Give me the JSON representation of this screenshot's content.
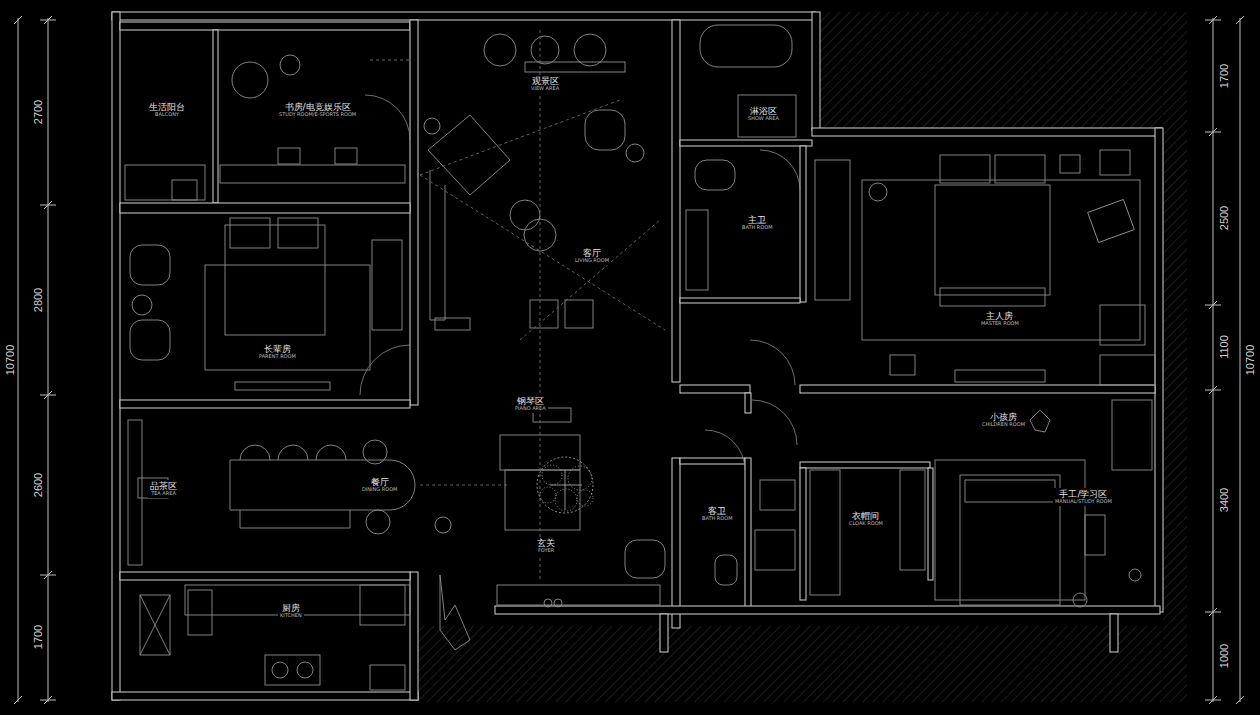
{
  "diagram": {
    "nodes": [
      {
        "text": [
          "观景区",
          "VIEW AREA"
        ]
      },
      {
        "text": [
          "生活阳台",
          "BALCONY"
        ]
      },
      {
        "text": [
          "书房/电竞娱乐区",
          "STUDY ROOM/E-SPORTS ROOM"
        ]
      },
      {
        "text": [
          "淋浴区",
          "SHOW AREA"
        ]
      },
      {
        "text": [
          "主卫",
          "BATH ROOM"
        ]
      },
      {
        "text": [
          "客厅",
          "LIVING ROOM"
        ]
      },
      {
        "text": [
          "主人房",
          "MASTER ROOM"
        ]
      },
      {
        "text": [
          "长辈房",
          "PARENT ROOM"
        ]
      },
      {
        "text": [
          "钢琴区",
          "PIANO AREA"
        ]
      },
      {
        "text": [
          "小孩房",
          "CHILDREN ROOM"
        ]
      },
      {
        "text": [
          "品茶区",
          "TEA AREA"
        ]
      },
      {
        "text": [
          "餐厅",
          "DINING ROOM"
        ]
      },
      {
        "text": [
          "手工/学习区",
          "MANUAL/STUDY ROOM"
        ]
      },
      {
        "text": [
          "客卫",
          "BATH ROOM"
        ]
      },
      {
        "text": [
          "衣帽间",
          "CLOAK ROOM"
        ]
      },
      {
        "text": [
          "玄关",
          "FOYER"
        ]
      },
      {
        "text": [
          "厨房",
          "KITCHEN"
        ]
      }
    ],
    "labels": [
      "2700",
      "2800",
      "2600",
      "1700",
      "10700",
      "1700",
      "2500",
      "1100",
      "3400",
      "1000",
      "10700"
    ]
  }
}
